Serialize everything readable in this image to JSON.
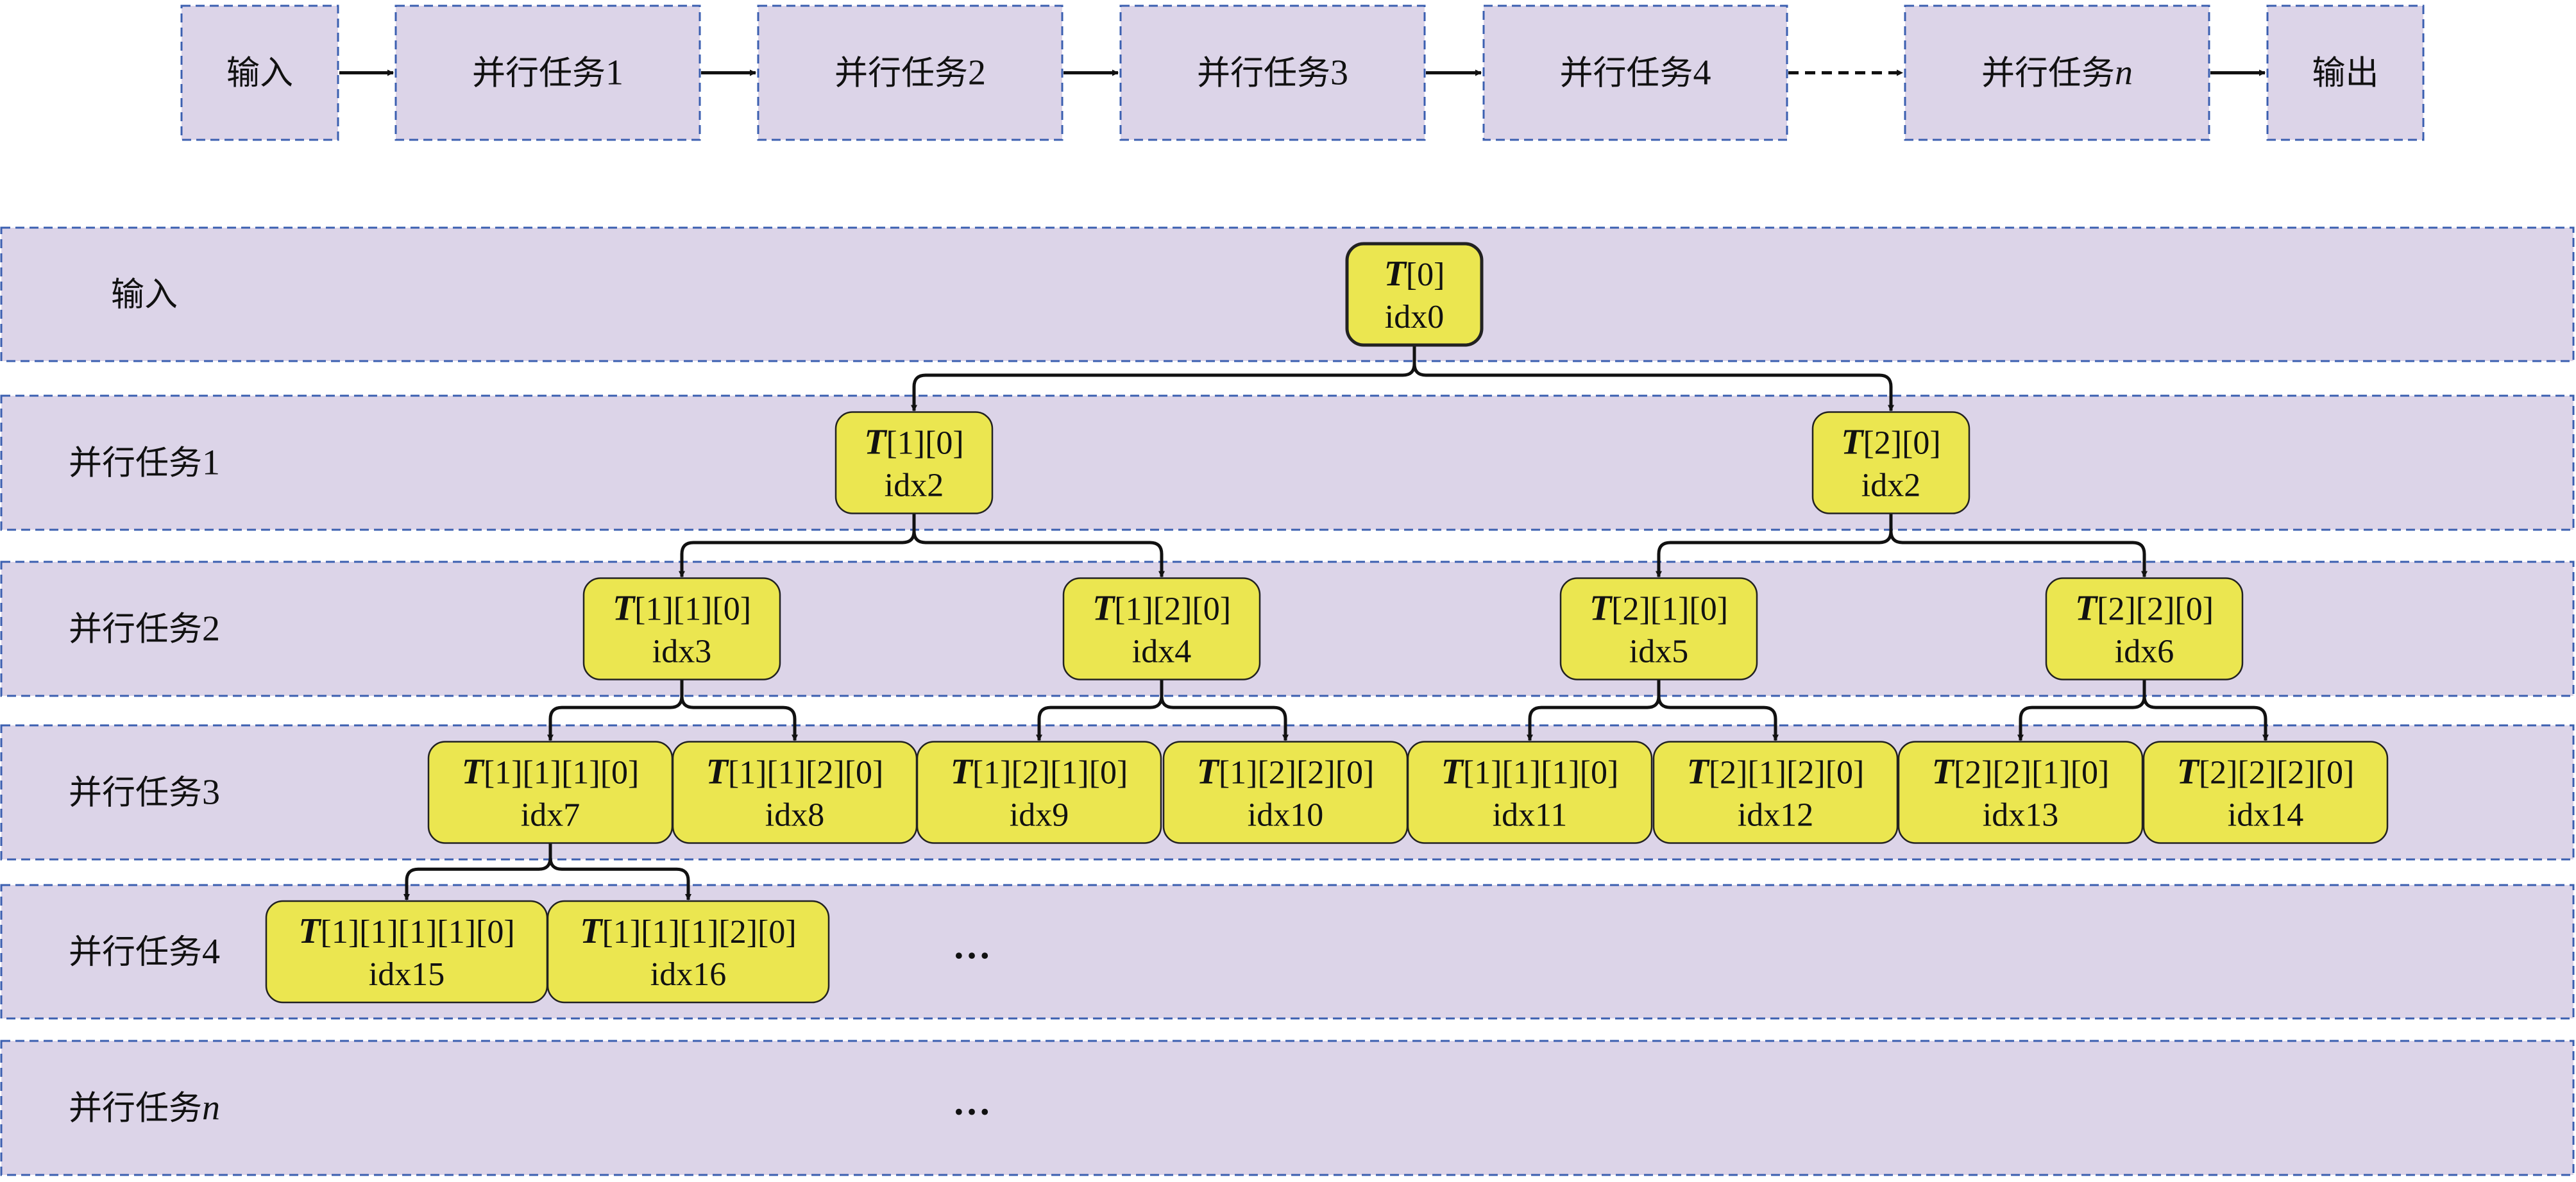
{
  "colors": {
    "lane_fill": "#dcd4e8",
    "lane_border": "#3b5fb0",
    "node_fill": "#ebe650",
    "node_border": "#222222",
    "arrow": "#111111"
  },
  "pipeline": {
    "steps": [
      {
        "id": "in",
        "text": "输入"
      },
      {
        "id": "p1",
        "text": "并行任务",
        "suffix": "1"
      },
      {
        "id": "p2",
        "text": "并行任务",
        "suffix": "2"
      },
      {
        "id": "p3",
        "text": "并行任务",
        "suffix": "3"
      },
      {
        "id": "p4",
        "text": "并行任务",
        "suffix": "4"
      },
      {
        "id": "pn",
        "text": "并行任务",
        "suffix": "n",
        "suffix_italic": true
      },
      {
        "id": "out",
        "text": "输出"
      }
    ]
  },
  "lanes": [
    {
      "id": "lane-input",
      "text": "输入"
    },
    {
      "id": "lane-1",
      "text": "并行任务",
      "suffix": "1"
    },
    {
      "id": "lane-2",
      "text": "并行任务",
      "suffix": "2"
    },
    {
      "id": "lane-3",
      "text": "并行任务",
      "suffix": "3"
    },
    {
      "id": "lane-4",
      "text": "并行任务",
      "suffix": "4"
    },
    {
      "id": "lane-n",
      "text": "并行任务",
      "suffix": "n",
      "suffix_italic": true
    }
  ],
  "nodes": [
    {
      "id": "n0",
      "lane": 0,
      "label": "[0]",
      "idx": "idx0"
    },
    {
      "id": "n1",
      "lane": 1,
      "label": "[1][0]",
      "idx": "idx2",
      "parent": "n0"
    },
    {
      "id": "n2",
      "lane": 1,
      "label": "[2][0]",
      "idx": "idx2",
      "parent": "n0"
    },
    {
      "id": "n3",
      "lane": 2,
      "label": "[1][1][0]",
      "idx": "idx3",
      "parent": "n1"
    },
    {
      "id": "n4",
      "lane": 2,
      "label": "[1][2][0]",
      "idx": "idx4",
      "parent": "n1"
    },
    {
      "id": "n5",
      "lane": 2,
      "label": "[2][1][0]",
      "idx": "idx5",
      "parent": "n2"
    },
    {
      "id": "n6",
      "lane": 2,
      "label": "[2][2][0]",
      "idx": "idx6",
      "parent": "n2"
    },
    {
      "id": "n7",
      "lane": 3,
      "label": "[1][1][1][0]",
      "idx": "idx7",
      "parent": "n3"
    },
    {
      "id": "n8",
      "lane": 3,
      "label": "[1][1][2][0]",
      "idx": "idx8",
      "parent": "n3"
    },
    {
      "id": "n9",
      "lane": 3,
      "label": "[1][2][1][0]",
      "idx": "idx9",
      "parent": "n4"
    },
    {
      "id": "n10",
      "lane": 3,
      "label": "[1][2][2][0]",
      "idx": "idx10",
      "parent": "n4"
    },
    {
      "id": "n11",
      "lane": 3,
      "label": "[1][1][1][0]",
      "idx": "idx11",
      "parent": "n5"
    },
    {
      "id": "n12",
      "lane": 3,
      "label": "[2][1][2][0]",
      "idx": "idx12",
      "parent": "n5"
    },
    {
      "id": "n13",
      "lane": 3,
      "label": "[2][2][1][0]",
      "idx": "idx13",
      "parent": "n6"
    },
    {
      "id": "n14",
      "lane": 3,
      "label": "[2][2][2][0]",
      "idx": "idx14",
      "parent": "n6"
    },
    {
      "id": "n15",
      "lane": 4,
      "label": "[1][1][1][1][0]",
      "idx": "idx15",
      "parent": "n7"
    },
    {
      "id": "n16",
      "lane": 4,
      "label": "[1][1][1][2][0]",
      "idx": "idx16",
      "parent": "n7"
    }
  ],
  "node_symbol": "T",
  "ellipsis": [
    {
      "id": "ellipsis-lane4",
      "lane": 4,
      "text": "…"
    },
    {
      "id": "ellipsis-lanen",
      "lane": 5,
      "text": "…"
    }
  ]
}
